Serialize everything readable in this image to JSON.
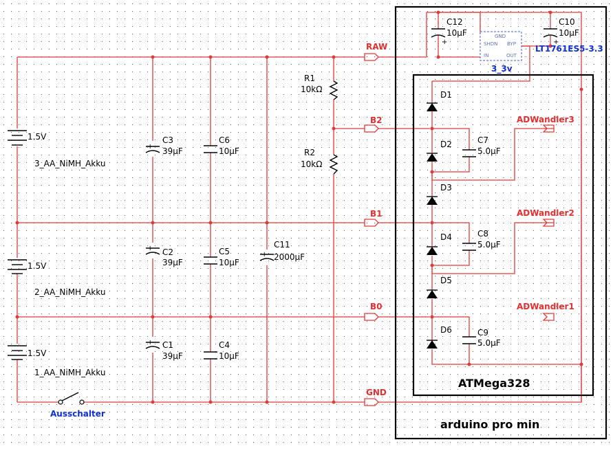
{
  "net_labels": {
    "raw": "RAW",
    "b2": "B2",
    "b1": "B1",
    "b0": "B0",
    "gnd": "GND",
    "ad3": "ADWandler3",
    "ad2": "ADWandler2",
    "ad1": "ADWandler1"
  },
  "batteries": [
    {
      "voltage": "1.5V",
      "name": "3_AA_NiMH_Akku"
    },
    {
      "voltage": "1.5V",
      "name": "2_AA_NiMH_Akku"
    },
    {
      "voltage": "1.5V",
      "name": "1_AA_NiMH_Akku"
    }
  ],
  "capacitors": {
    "c1": {
      "ref": "C1",
      "value": "39µF"
    },
    "c2": {
      "ref": "C2",
      "value": "39µF"
    },
    "c3": {
      "ref": "C3",
      "value": "39µF"
    },
    "c4": {
      "ref": "C4",
      "value": "10µF"
    },
    "c5": {
      "ref": "C5",
      "value": "10µF"
    },
    "c6": {
      "ref": "C6",
      "value": "10µF"
    },
    "c7": {
      "ref": "C7",
      "value": "5.0µF"
    },
    "c8": {
      "ref": "C8",
      "value": "5.0µF"
    },
    "c9": {
      "ref": "C9",
      "value": "5.0µF"
    },
    "c10": {
      "ref": "C10",
      "value": "10µF"
    },
    "c11": {
      "ref": "C11",
      "value": "2000µF"
    },
    "c12": {
      "ref": "C12",
      "value": "10µF"
    }
  },
  "resistors": {
    "r1": {
      "ref": "R1",
      "value": "10kΩ"
    },
    "r2": {
      "ref": "R2",
      "value": "10kΩ"
    }
  },
  "diodes": [
    "D1",
    "D2",
    "D3",
    "D4",
    "D5",
    "D6"
  ],
  "regulator": {
    "part": "LT1761ES5-3.3",
    "net": "3_3v",
    "pins": {
      "gnd": "GND",
      "shdn": "SHDN",
      "byp": "BYP",
      "in": "IN",
      "out": "OUT"
    }
  },
  "switch_label": "Ausschalter",
  "mcu_label": "ATMega328",
  "board_label": "arduino pro min",
  "colors": {
    "wire": "#e03a3a",
    "net_label": "#e03030",
    "part_label": "#1030d0",
    "grid_dot": "#555555"
  }
}
